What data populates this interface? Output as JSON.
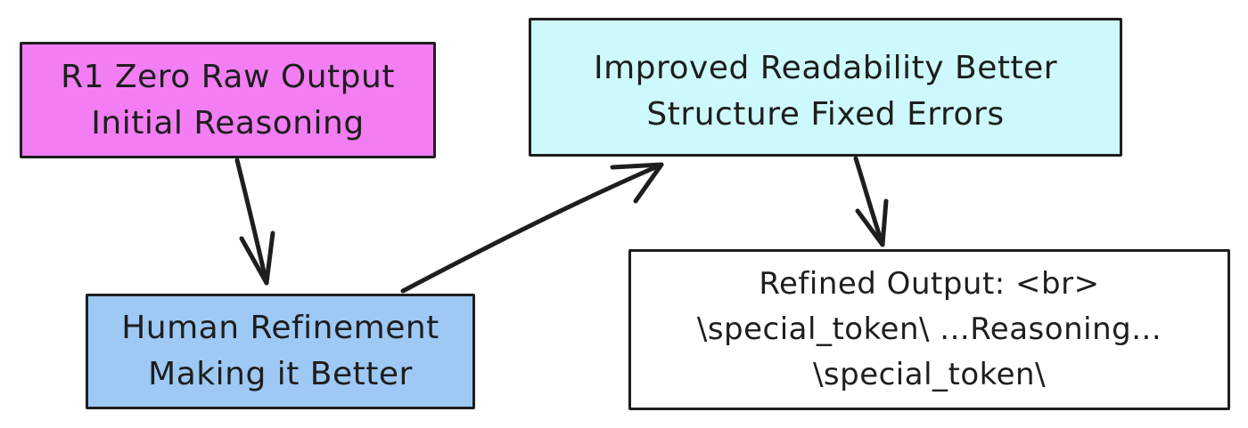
{
  "diagram": {
    "nodes": [
      {
        "id": "raw",
        "lines": [
          "R1 Zero Raw Output",
          "Initial Reasoning"
        ],
        "fill": "#f37ef3"
      },
      {
        "id": "human",
        "lines": [
          "Human Refinement",
          "Making it Better"
        ],
        "fill": "#9ec9f5"
      },
      {
        "id": "improved",
        "lines": [
          "Improved Readability Better",
          "Structure Fixed Errors"
        ],
        "fill": "#cdf9fb"
      },
      {
        "id": "refined",
        "lines": [
          "Refined Output: <br>",
          "\\special_token\\ ...Reasoning...",
          "\\special_token\\"
        ],
        "fill": "#ffffff"
      }
    ],
    "edges": [
      {
        "from": "raw",
        "to": "human"
      },
      {
        "from": "human",
        "to": "improved"
      },
      {
        "from": "improved",
        "to": "refined"
      }
    ],
    "stroke_color": "#1e1e1e"
  }
}
